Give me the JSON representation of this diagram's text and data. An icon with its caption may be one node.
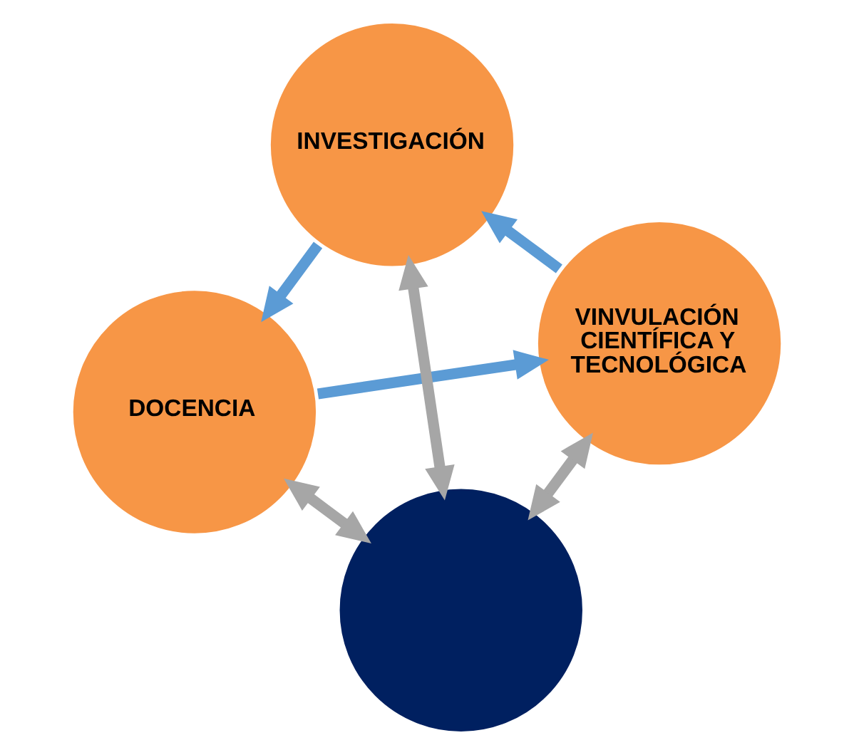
{
  "diagram": {
    "nodes": [
      {
        "text": [
          "DOCENCIA"
        ]
      },
      {
        "text": [
          "VINVULACIÓN CIENTÍFICA Y TECNOLÓGICA"
        ]
      },
      {
        "text": [
          "INVESTIGACIÓN"
        ]
      },
      {
        "text": [],
        "shape": "circle"
      }
    ],
    "edges": [
      {
        "from": 0,
        "to": 3,
        "arrow": "both",
        "color": "#a6a6a6"
      },
      {
        "from": 1,
        "to": 3,
        "arrow": "both",
        "color": "#a6a6a6"
      },
      {
        "from": 2,
        "to": 3,
        "arrow": "both",
        "color": "#a6a6a6"
      },
      {
        "from": 0,
        "to": 1,
        "arrow": "to",
        "color": "#5b9bd5"
      },
      {
        "from": 1,
        "to": 2,
        "arrow": "to",
        "color": "#5b9bd5"
      },
      {
        "from": 2,
        "to": 0,
        "arrow": "to",
        "color": "#5b9bd5"
      }
    ]
  }
}
